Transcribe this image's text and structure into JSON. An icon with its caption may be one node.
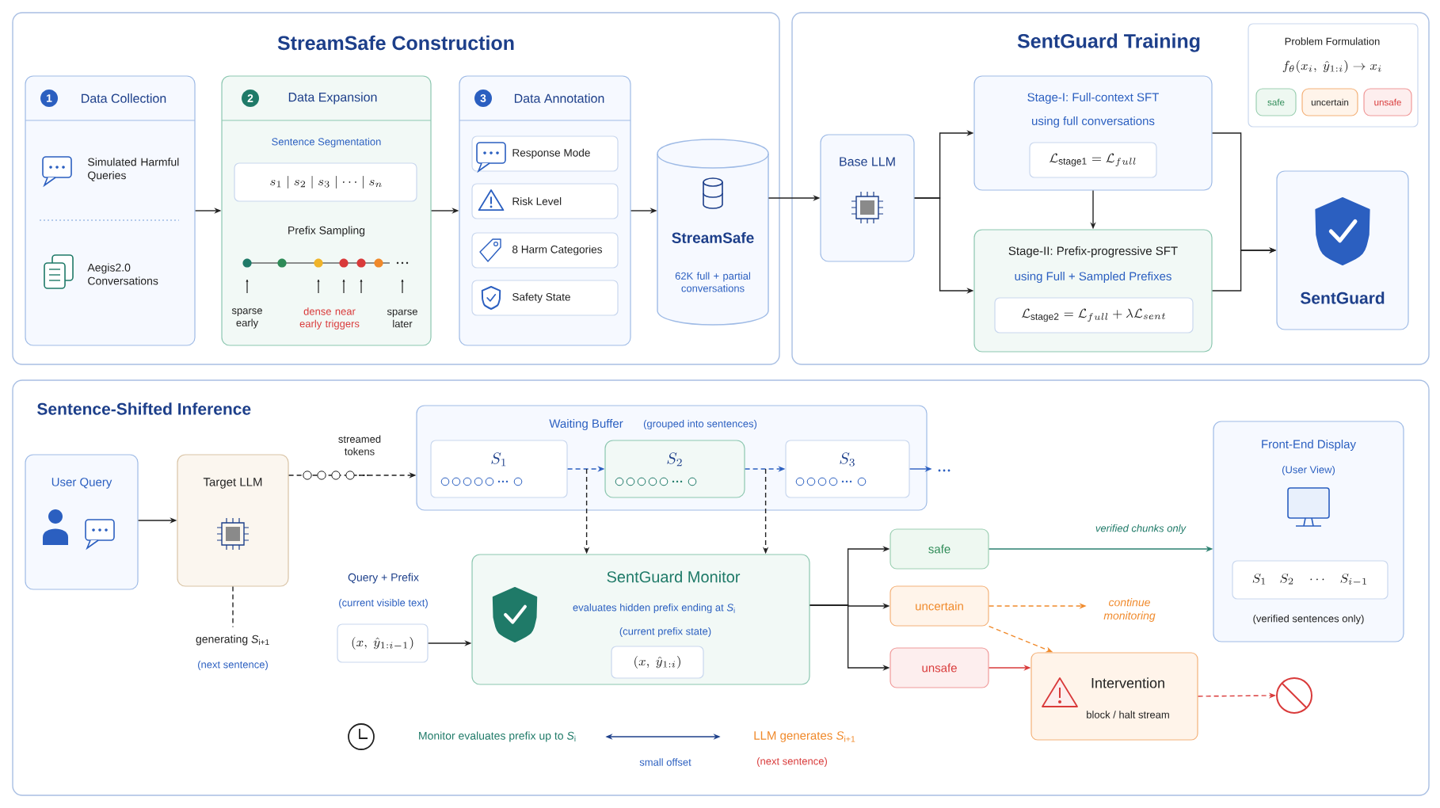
{
  "diagram": {
    "nodes": [
      {
        "text": [
          "StreamSafe Construction"
        ]
      },
      {
        "text": [
          "1",
          "Data Collection",
          "Simulated Harmful Queries",
          "Aegis2.0 Conversations"
        ],
        "in": 0
      },
      {
        "text": [
          "2",
          "Data Expansion",
          "Sentence Segmentation",
          "Prefix Sampling",
          "sparse early",
          "dense near early triggers",
          "sparse later"
        ],
        "in": 0
      },
      {
        "text": [
          "s_1 \\mid s_2 \\mid s_3 \\mid \\cdots \\mid s_n"
        ],
        "in": 2
      },
      {
        "text": [
          "3",
          "Data Annotation"
        ],
        "in": 0
      },
      {
        "text": [
          "Response Mode"
        ],
        "in": 4
      },
      {
        "text": [
          "Risk Level"
        ],
        "in": 4
      },
      {
        "text": [
          "8 Harm Categories"
        ],
        "in": 4
      },
      {
        "text": [
          "Safety State"
        ],
        "in": 4
      },
      {
        "text": [
          "StreamSafe",
          "62K full + partial conversations"
        ],
        "in": 0
      },
      {
        "text": [
          "SentGuard Training"
        ]
      },
      {
        "text": [
          "Problem Formulation",
          "f_\\theta(x_i,\\ \\hat{y}_{1:i}) \\rightarrow x_i"
        ],
        "in": 10
      },
      {
        "text": [
          "safe"
        ],
        "in": 11
      },
      {
        "text": [
          "uncertain"
        ],
        "in": 11
      },
      {
        "text": [
          "unsafe"
        ],
        "in": 11
      },
      {
        "text": [
          "Base LLM"
        ],
        "in": 10
      },
      {
        "text": [
          "Stage-I: Full-context SFT",
          "using full conversations"
        ],
        "in": 10
      },
      {
        "text": [
          "\\mathcal{L}_{\\mathrm{stage1}} = \\mathcal{L}_{full}"
        ],
        "in": 16
      },
      {
        "text": [
          "Stage-II: Prefix-progressive SFT",
          "using Full + Sampled Prefixes"
        ],
        "in": 10
      },
      {
        "text": [
          "\\mathcal{L}_{\\mathrm{stage2}} = \\mathcal{L}_{full} + \\lambda \\mathcal{L}_{sent}"
        ],
        "in": 18
      },
      {
        "text": [
          "SentGuard"
        ],
        "in": 10
      },
      {
        "text": [
          "Sentence-Shifted Inference"
        ]
      },
      {
        "text": [
          "User Query"
        ],
        "in": 21
      },
      {
        "text": [
          "Target LLM"
        ],
        "in": 21
      },
      {
        "text": [
          "generating *S*$_{i+1}$",
          "(next sentence)"
        ],
        "in": 21
      },
      {
        "text": [
          "Waiting Buffer",
          "(grouped into sentences)"
        ],
        "in": 21
      },
      {
        "text": [
          "S_1"
        ],
        "in": 25
      },
      {
        "text": [
          "S_2"
        ],
        "in": 25
      },
      {
        "text": [
          "S_3"
        ],
        "in": 25
      },
      {
        "text": [
          "(x,\\ \\hat{y}_{1:i-1})"
        ],
        "beside": [
          "Query + Prefix",
          "(current visible text)"
        ],
        "in": 21
      },
      {
        "text": [
          "SentGuard Monitor",
          "evaluates hidden prefix ending at *S*$_{i}$",
          "(current prefix state)"
        ],
        "in": 21
      },
      {
        "text": [
          "(x,\\ \\hat{y}_{1:i})"
        ],
        "in": 30
      },
      {
        "text": [
          "safe"
        ],
        "in": 21
      },
      {
        "text": [
          "uncertain"
        ],
        "in": 21
      },
      {
        "text": [
          "unsafe"
        ],
        "in": 21
      },
      {
        "text": [
          "Front-End Display",
          "(User View)",
          "(verified sentences only)"
        ],
        "in": 21
      },
      {
        "text": [
          "S_1 \\quad S_2 \\quad \\cdots \\quad S_{i-1}"
        ],
        "in": 35
      },
      {
        "text": [
          "Intervention",
          "block / halt stream"
        ],
        "in": 21
      },
      {
        "text": [],
        "shape": "circle",
        "in": 21
      },
      {
        "text": [
          "continue monitoring"
        ],
        "in": 21
      },
      {
        "text": [
          "Monitor evaluates prefix up to *S*$_{i}$"
        ],
        "in": 21
      },
      {
        "text": [
          "LLM generates *S*$_{i+1}$",
          "(next sentence)"
        ],
        "in": 21
      }
    ],
    "edges": [
      {
        "from": 1,
        "to": 2,
        "arrow": "to"
      },
      {
        "from": 2,
        "to": 4,
        "arrow": "to"
      },
      {
        "from": 4,
        "to": 9,
        "arrow": "to"
      },
      {
        "from": 9,
        "to": 15,
        "arrow": "to"
      },
      {
        "from": 15,
        "to": 16,
        "arrow": "to"
      },
      {
        "from": 15,
        "to": 18,
        "arrow": "to"
      },
      {
        "from": 16,
        "to": 18,
        "arrow": "to"
      },
      {
        "from": 16,
        "to": 20,
        "arrow": "to"
      },
      {
        "from": 18,
        "to": 20,
        "arrow": "to"
      },
      {
        "from": 22,
        "to": 23,
        "arrow": "to"
      },
      {
        "from": 23,
        "to": 25,
        "arrow": "to",
        "label": "streamed tokens",
        "style": "dashed"
      },
      {
        "from": 23,
        "to": 24,
        "arrow": "none",
        "style": "dashed"
      },
      {
        "from": 26,
        "to": 27,
        "arrow": "to",
        "style": "dashed",
        "color": "#2b5fc0"
      },
      {
        "from": 27,
        "to": 28,
        "arrow": "to",
        "style": "dashed",
        "color": "#2b5fc0"
      },
      {
        "from": 28,
        "to": null,
        "arrow": "to",
        "color": "#2b5fc0"
      },
      {
        "from": 26,
        "to": 30,
        "arrow": "to",
        "style": "dashed"
      },
      {
        "from": 27,
        "to": 30,
        "arrow": "to",
        "style": "dashed"
      },
      {
        "from": 29,
        "to": 30,
        "arrow": "to"
      },
      {
        "from": 30,
        "to": 32,
        "arrow": "to"
      },
      {
        "from": 30,
        "to": 33,
        "arrow": "to"
      },
      {
        "from": 30,
        "to": 34,
        "arrow": "to"
      },
      {
        "from": 32,
        "to": 35,
        "arrow": "to",
        "label": "verified chunks only",
        "color": "#2a7f6f"
      },
      {
        "from": 33,
        "to": 39,
        "arrow": "to",
        "style": "dashed",
        "color": "#f0892a"
      },
      {
        "from": 33,
        "to": 37,
        "arrow": "to",
        "style": "dashed",
        "color": "#f0892a"
      },
      {
        "from": 34,
        "to": 37,
        "arrow": "to",
        "color": "#d93a3a"
      },
      {
        "from": 37,
        "to": 38,
        "arrow": "to",
        "style": "dashed",
        "color": "#d93a3a"
      },
      {
        "from": 40,
        "to": 41,
        "arrow": "both",
        "label": "small offset",
        "color": "#1d3f8a"
      }
    ]
  }
}
